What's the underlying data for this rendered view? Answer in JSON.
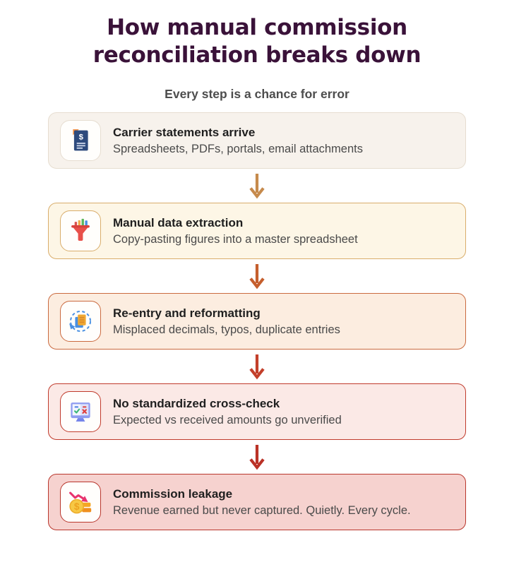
{
  "header": {
    "title_line1": "How manual commission",
    "title_line2": "reconciliation breaks down",
    "subtitle": "Every step is a chance for error",
    "title_color": "#3a1239",
    "subtitle_color": "#4d4d4d"
  },
  "steps": [
    {
      "title": "Carrier statements arrive",
      "description": "Spreadsheets, PDFs, portals, email attachments",
      "icon": "dollar-document-icon",
      "bg": "#f7f2ec",
      "border": "#e6ddd0"
    },
    {
      "title": "Manual data extraction",
      "description": "Copy-pasting figures into a master spreadsheet",
      "icon": "funnel-chart-icon",
      "bg": "#fdf6e6",
      "border": "#d9ad6b"
    },
    {
      "title": "Re-entry and reformatting",
      "description": "Misplaced decimals, typos, duplicate entries",
      "icon": "document-sync-icon",
      "bg": "#fcede0",
      "border": "#ca6a3f"
    },
    {
      "title": "No standardized cross-check",
      "description": "Expected vs received amounts go unverified",
      "icon": "monitor-check-x-icon",
      "bg": "#fbe9e6",
      "border": "#c03a2b"
    },
    {
      "title": "Commission leakage",
      "description": "Revenue earned but never captured. Quietly. Every cycle.",
      "icon": "coin-decline-icon",
      "bg": "#f6d2cf",
      "border": "#b9362c"
    }
  ],
  "arrows": [
    {
      "name": "down-arrow",
      "color": "#c68a4c"
    },
    {
      "name": "down-arrow",
      "color": "#c55e2d"
    },
    {
      "name": "down-arrow",
      "color": "#c33f2a"
    },
    {
      "name": "down-arrow",
      "color": "#ba3126"
    }
  ]
}
